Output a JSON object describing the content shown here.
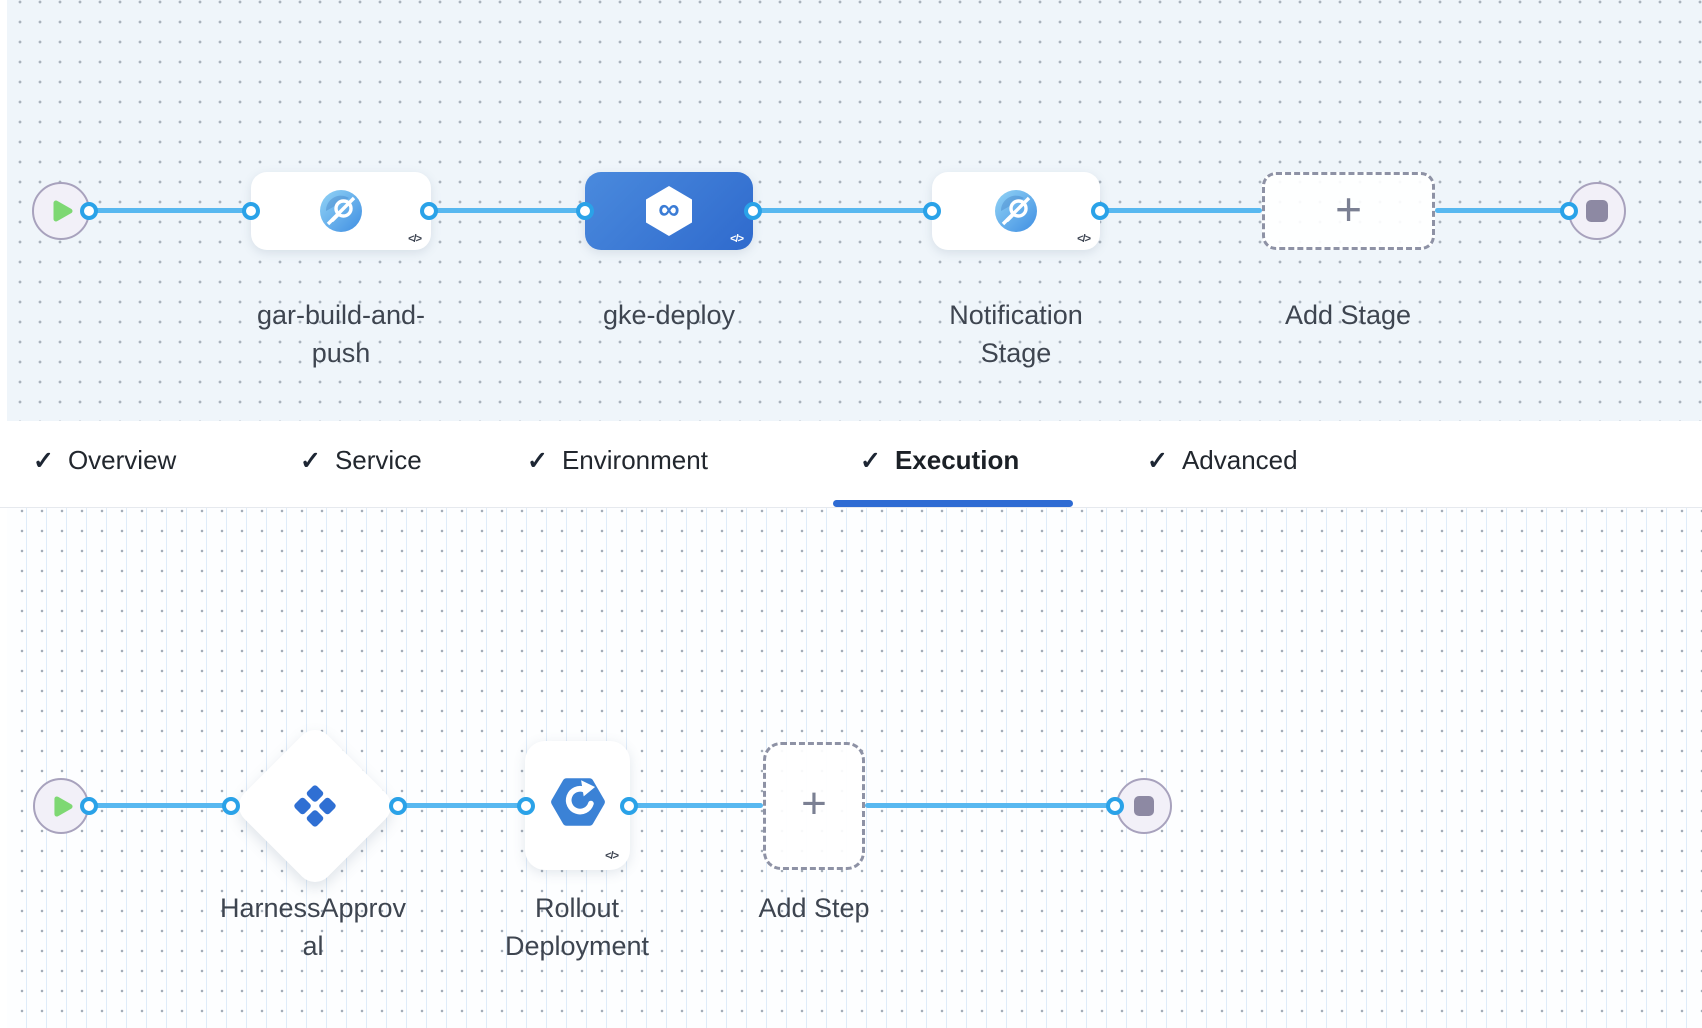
{
  "stages": {
    "items": [
      {
        "label": "gar-build-and-push",
        "icon": "artifact-registry-icon",
        "selected": false
      },
      {
        "label": "gke-deploy",
        "icon": "cd-hexagon-infinity-icon",
        "selected": true
      },
      {
        "label": "Notification Stage",
        "icon": "artifact-registry-icon",
        "selected": false
      }
    ],
    "add_label": "Add Stage"
  },
  "tabs": {
    "check_glyph": "✓",
    "items": [
      {
        "label": "Overview",
        "checked": true,
        "active": false
      },
      {
        "label": "Service",
        "checked": true,
        "active": false
      },
      {
        "label": "Environment",
        "checked": true,
        "active": false
      },
      {
        "label": "Execution",
        "checked": true,
        "active": true
      },
      {
        "label": "Advanced",
        "checked": true,
        "active": false
      }
    ]
  },
  "steps": {
    "items": [
      {
        "label": "HarnessApproval",
        "icon": "approval-diamonds-icon"
      },
      {
        "label": "Rollout Deployment",
        "icon": "gke-rollout-icon"
      }
    ],
    "add_label": "Add Step"
  },
  "glyphs": {
    "plus": "+",
    "yaml": "</>",
    "infinity": "∞"
  },
  "colors": {
    "active_tab_underline": "#2e6bd3",
    "connector_line": "#58b8f0",
    "connector_port": "#2aa2e8",
    "selected_stage_start": "#4a8add",
    "selected_stage_end": "#2f6acd",
    "icon_blue": "#2f6fd3",
    "play_green": "#7ed873",
    "canvas_top_bg": "#eff5fa",
    "canvas_bottom_bg": "#fdfeff"
  }
}
